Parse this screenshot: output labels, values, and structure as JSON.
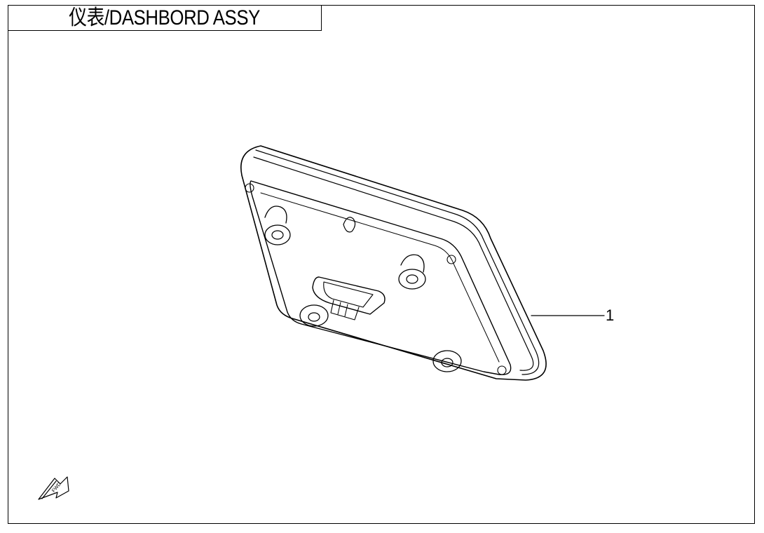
{
  "title": "仪表/DASHBORD ASSY",
  "callouts": [
    {
      "number": "1",
      "part": "dashboard-assembly"
    }
  ],
  "direction_indicator": {
    "label": "FWD",
    "icon": "forward-arrow-icon"
  },
  "colors": {
    "line": "#000000",
    "background": "#ffffff"
  }
}
